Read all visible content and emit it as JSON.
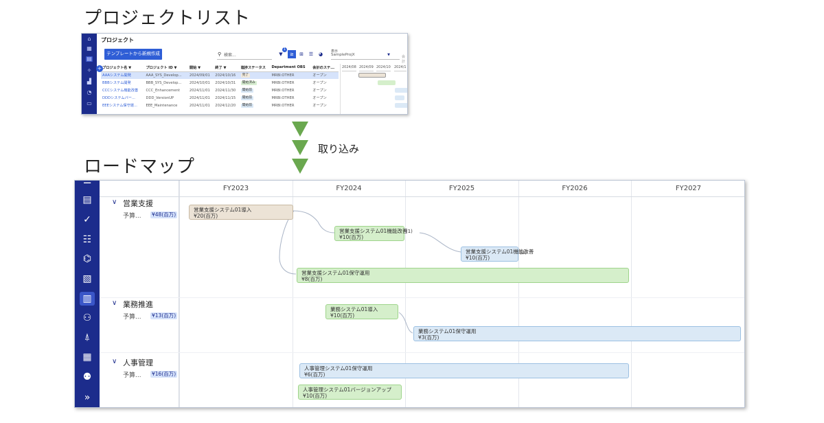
{
  "headings": {
    "project_list": "プロジェクトリスト",
    "roadmap": "ロードマップ",
    "import_label": "取り込み"
  },
  "project_window": {
    "title": "プロジェクト",
    "template_button": "テンプレートから新規作成",
    "search_placeholder": "検索...",
    "filter_count": "1",
    "display_label": "表示",
    "display_value": "SampleProjX",
    "columns": [
      "プロジェクト名 ▼",
      "プロジェクト ID ▼",
      "開始 ▼",
      "終了 ▼",
      "進捗ステータス",
      "Department OBS",
      "会計のステ..."
    ],
    "rows": [
      [
        "AAAシステム開発",
        "AAA_SYS_Develop...",
        "2024/09/01",
        "2024/10/16",
        "完了",
        "MRBI:OTHER",
        "オープン"
      ],
      [
        "BBBシステム開発",
        "BBB_SYS_Develop...",
        "2024/10/01",
        "2024/10/31",
        "開始済み",
        "MRBI:OTHER",
        "オープン"
      ],
      [
        "CCCシステム機能改善",
        "CCC_Enhancement",
        "2024/11/01",
        "2024/11/30",
        "開始前",
        "MRBI:OTHER",
        "オープン"
      ],
      [
        "DDDシステムバー...",
        "DDD_VersionUP",
        "2024/11/01",
        "2024/11/15",
        "開始前",
        "MRBI:OTHER",
        "オープン"
      ],
      [
        "EEEシステム保守運...",
        "EEE_Maintenance",
        "2024/11/01",
        "2024/12/20",
        "開始前",
        "MRBI:OTHER",
        "オープン"
      ]
    ],
    "gantt_months": [
      "2024/08",
      "2024/09",
      "2024/10",
      "2024/1"
    ],
    "display_extra": "会計"
  },
  "roadmap": {
    "years": [
      "FY2023",
      "FY2024",
      "FY2025",
      "FY2026",
      "FY2027"
    ],
    "groups": [
      {
        "name": "営業支援",
        "budget_label": "予算...",
        "budget": "¥48(百万)"
      },
      {
        "name": "業務推進",
        "budget_label": "予算...",
        "budget": "¥13(百万)"
      },
      {
        "name": "人事管理",
        "budget_label": "予算...",
        "budget": "¥16(百万)"
      }
    ],
    "bars": [
      {
        "name": "営業支援システム01導入",
        "budget": "¥20(百万)",
        "color": "brown"
      },
      {
        "name": "営業支援システム01機能改善",
        "suffix": "(1)",
        "budget": "¥10(百万)",
        "color": "green"
      },
      {
        "name": "営業支援システム01機能改善",
        "suffix": "(2)",
        "budget": "¥10(百万)",
        "color": "blue"
      },
      {
        "name": "営業支援システム01保守運用",
        "budget": "¥8(百万)",
        "color": "green"
      },
      {
        "name": "業務システム01導入",
        "budget": "¥10(百万)",
        "color": "green"
      },
      {
        "name": "業務システム01保守運用",
        "budget": "¥3(百万)",
        "color": "blue"
      },
      {
        "name": "人事管理システム01保守運用",
        "budget": "¥6(百万)",
        "color": "blue"
      },
      {
        "name": "人事管理システム01バージョンアップ",
        "budget": "¥10(百万)",
        "color": "green"
      }
    ]
  },
  "colors": {
    "rail": "#1c2c8c",
    "accent": "#2f5ed6",
    "arrow": "#6aa84f",
    "bar_brown": "#ece3d6",
    "bar_green": "#d5efcb",
    "bar_blue": "#dbe9f6"
  }
}
